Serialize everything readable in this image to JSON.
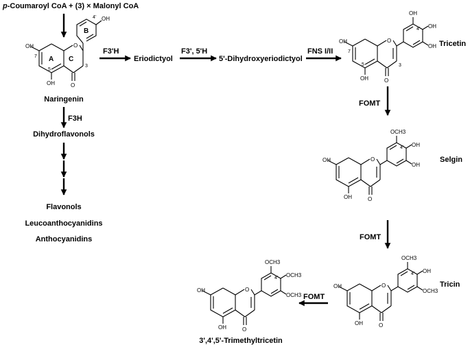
{
  "title": {
    "italic": "p",
    "rest": "-Coumaroyl CoA + (3) × Malonyl CoA"
  },
  "compounds": {
    "naringenin": "Naringenin",
    "dihydroflavonols": "Dihydroflavonols",
    "flavonols": "Flavonols",
    "leucoanthocyanidins": "Leucoanthocyanidins",
    "anthocyanidins": "Anthocyanidins",
    "eriodictyol": "Eriodictyol",
    "dihydroxyeriodictyol": "5'-Dihydroxyeriodictyol",
    "tricetin": "Tricetin",
    "selgin": "Selgin",
    "tricin": "Tricin",
    "trimethyltricetin": "3',4',5'-Trimethyltricetin"
  },
  "enzymes": {
    "f3h": "F3H",
    "f3ph": "F3'H",
    "f3p5ph": "F3', 5'H",
    "fns": "FNS I/II",
    "fomt1": "FOMT",
    "fomt2": "FOMT",
    "fomt3": "FOMT"
  },
  "atoms": {
    "oh": "OH",
    "o": "O",
    "och3": "OCH3"
  },
  "ring_labels": {
    "a": "A",
    "b": "B",
    "c": "C"
  },
  "positions": {
    "p7": "7",
    "p5": "5",
    "p3": "3",
    "p4p": "4'"
  }
}
